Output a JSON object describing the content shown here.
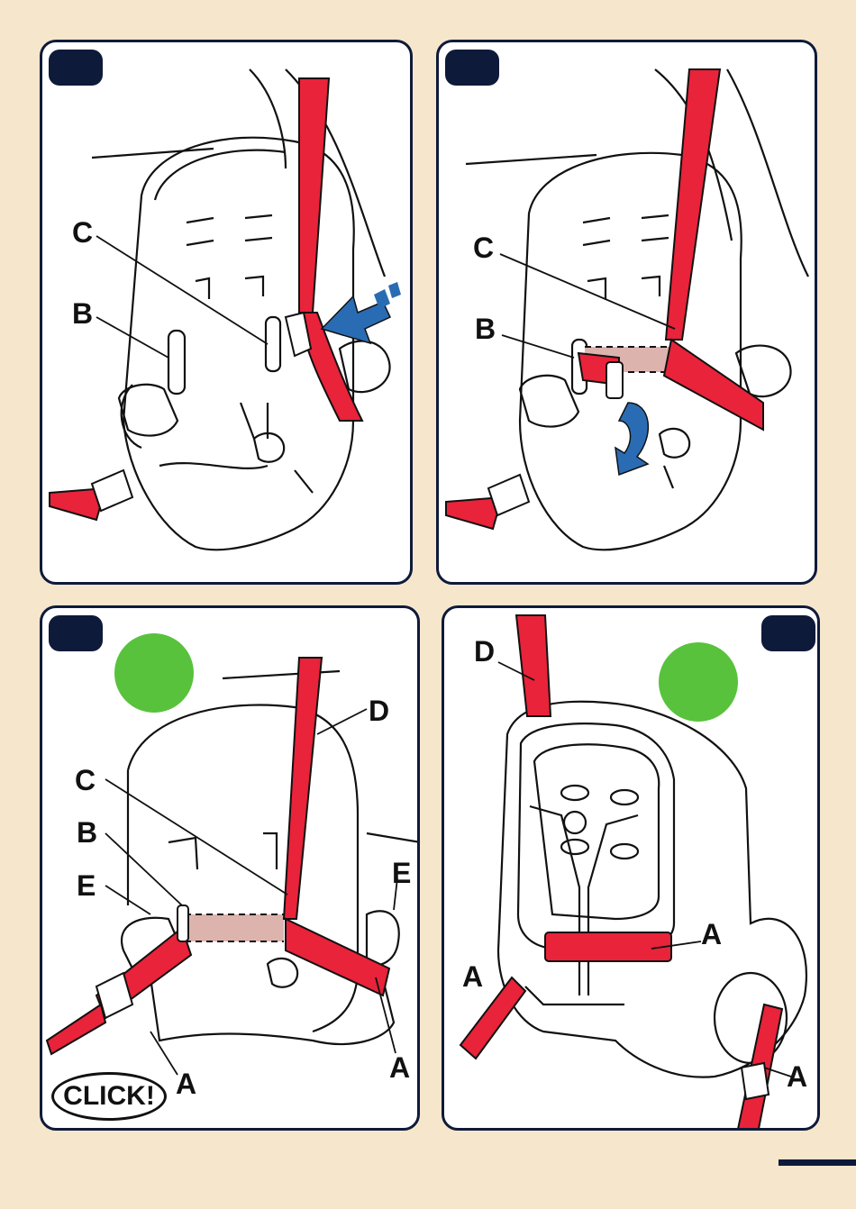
{
  "colors": {
    "page_background": "#f6e6cb",
    "panel_border": "#0e1a3a",
    "strap": "#e8233a",
    "arrow": "#2a6cb3",
    "badge": "#0e1a3a",
    "green_marker": "#58c23c",
    "dashed_strap": "#dcb3ad"
  },
  "panels": [
    {
      "labels": {
        "c": "C",
        "b": "B"
      },
      "icons": [
        "step-badge",
        "blue-arrow-icon",
        "seat-belt-strap"
      ]
    },
    {
      "labels": {
        "c": "C",
        "b": "B"
      },
      "icons": [
        "step-badge",
        "curved-blue-arrow-icon",
        "seat-belt-strap"
      ]
    },
    {
      "labels": {
        "c": "C",
        "b": "B",
        "e_left": "E",
        "e_right": "E",
        "d": "D",
        "a_right": "A",
        "a_bottom": "A"
      },
      "click_text": "CLICK!",
      "icons": [
        "step-badge",
        "green-check-dot",
        "buckle-icon"
      ]
    },
    {
      "labels": {
        "d": "D",
        "a_left": "A",
        "a_mid": "A",
        "a_right": "A"
      },
      "icons": [
        "step-badge",
        "green-check-dot",
        "seat-back-view"
      ]
    }
  ]
}
